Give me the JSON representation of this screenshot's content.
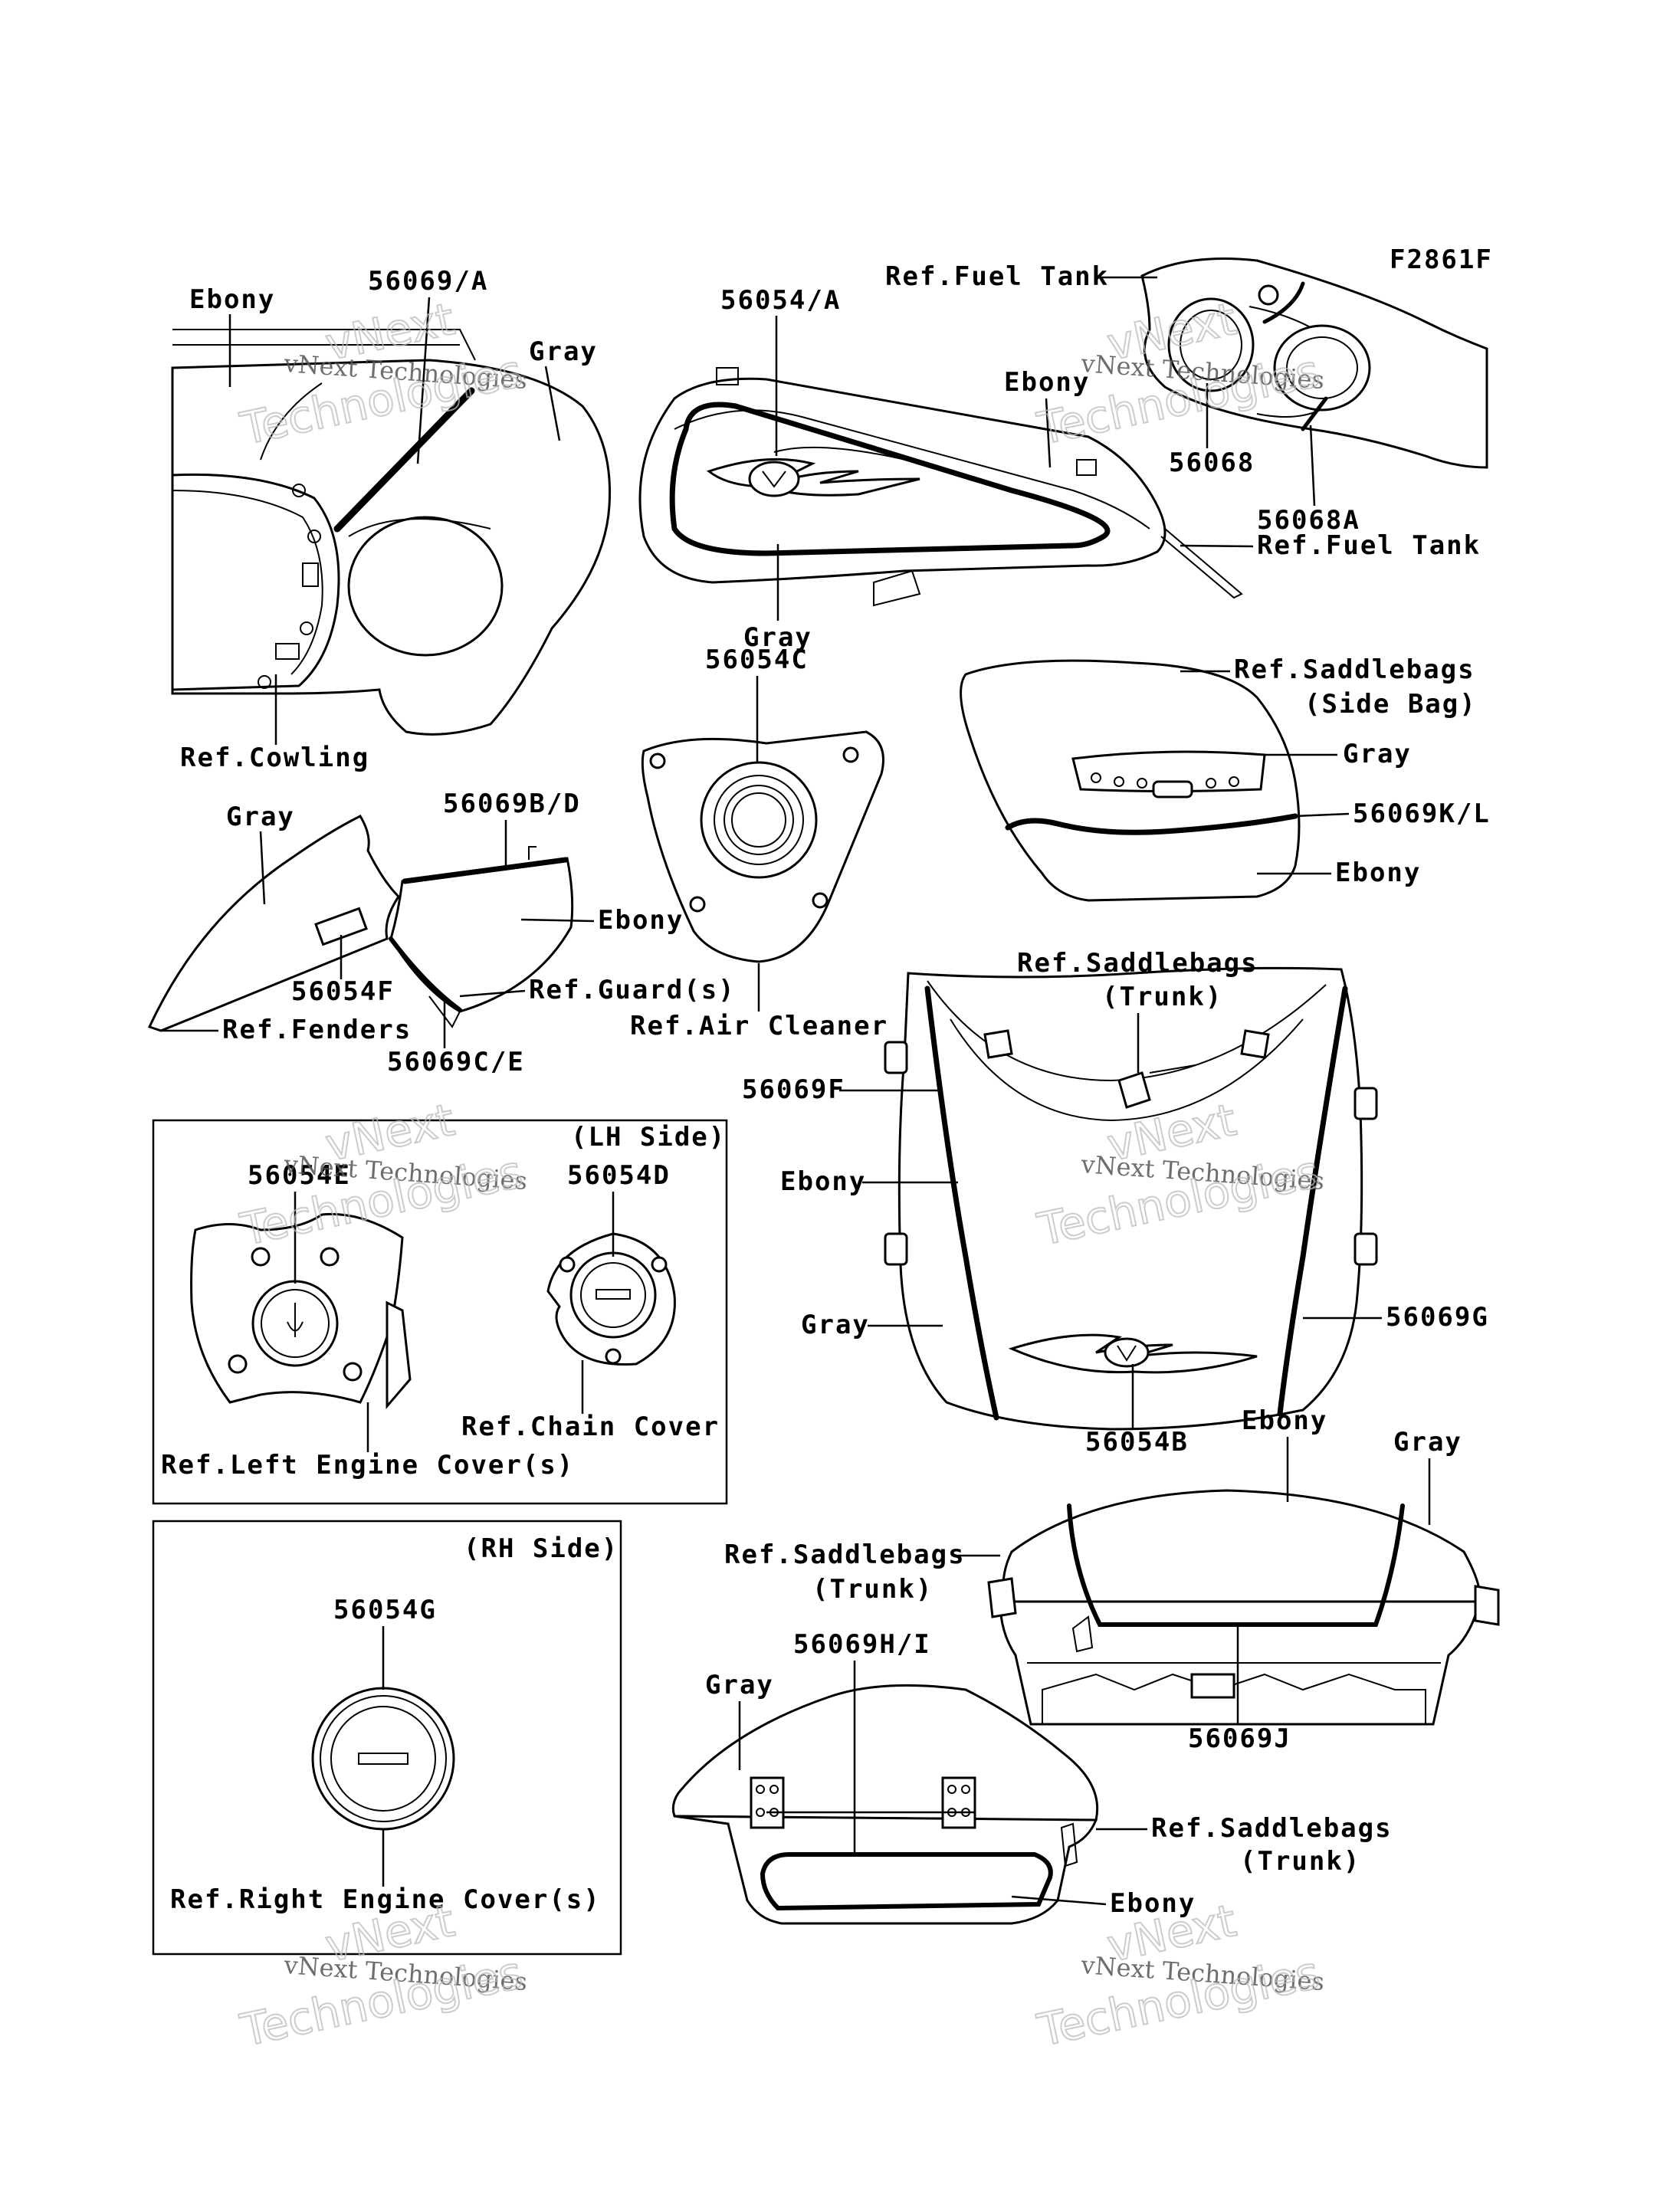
{
  "figure_code": "F2861F",
  "labels": {
    "ebony_top_left": "Ebony",
    "p56069a": "56069/A",
    "gray_top_left": "Gray",
    "p56054a": "56054/A",
    "ref_fuel_tank_top": "Ref.Fuel Tank",
    "ebony_tank": "Ebony",
    "p56068": "56068",
    "p56068a": "56068A",
    "ref_fuel_tank_right": "Ref.Fuel Tank",
    "gray_tank": "Gray",
    "p56054c": "56054C",
    "ref_cowling": "Ref.Cowling",
    "ref_saddlebags_side_1": "Ref.Saddlebags",
    "ref_saddlebags_side_2": "(Side Bag)",
    "gray_sidebag": "Gray",
    "p56069kl": "56069K/L",
    "ebony_sidebag": "Ebony",
    "gray_fender": "Gray",
    "p56069bd": "56069B/D",
    "ebony_fender": "Ebony",
    "p56054f": "56054F",
    "ref_guards": "Ref.Guard(s)",
    "ref_fenders": "Ref.Fenders",
    "p56069ce": "56069C/E",
    "ref_air_cleaner": "Ref.Air Cleaner",
    "ref_saddlebags_trunk_1": "Ref.Saddlebags",
    "ref_saddlebags_trunk_2": "(Trunk)",
    "p56069f": "56069F",
    "ebony_trunk_front": "Ebony",
    "gray_trunk_front": "Gray",
    "p56069g": "56069G",
    "p56054b": "56054B",
    "lh_side": "(LH Side)",
    "p56054e": "56054E",
    "p56054d": "56054D",
    "ref_chain_cover": "Ref.Chain Cover",
    "ref_left_engine_cover": "Ref.Left Engine Cover(s)",
    "ebony_trunk_rear": "Ebony",
    "gray_trunk_rear": "Gray",
    "ref_saddlebags_trunk_rear_1": "Ref.Saddlebags",
    "ref_saddlebags_trunk_rear_2": "(Trunk)",
    "rh_side": "(RH Side)",
    "p56054g": "56054G",
    "p56069hi": "56069H/I",
    "gray_trunk_side": "Gray",
    "p56069j": "56069J",
    "ref_saddlebags_trunk_side_1": "Ref.Saddlebags",
    "ref_saddlebags_trunk_side_2": "(Trunk)",
    "ebony_trunk_side": "Ebony",
    "ref_right_engine_cover": "Ref.Right Engine Cover(s)"
  },
  "watermark": {
    "line1": "vNext Technologies",
    "line2": "vNext",
    "line3": "Technologies"
  },
  "colors": {
    "ink": "#000000",
    "background": "#ffffff"
  }
}
